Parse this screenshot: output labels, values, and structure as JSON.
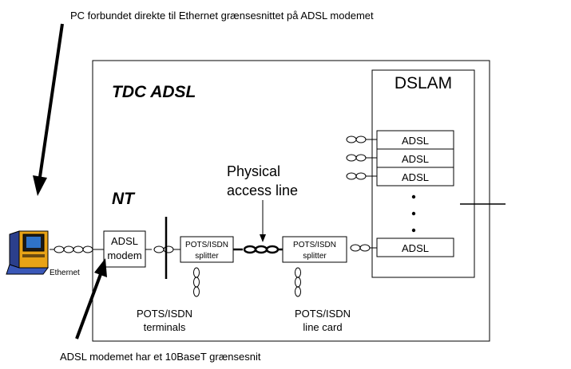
{
  "annotations": {
    "top_note": "PC forbundet direkte til Ethernet grænsesnittet på ADSL modemet",
    "bottom_note": "ADSL modemet har et 10BaseT grænsesnit"
  },
  "regions": {
    "provider_label": "TDC ADSL",
    "nt_label": "NT",
    "dslam_label": "DSLAM"
  },
  "blocks": {
    "adsl_modem": [
      "ADSL",
      "modem"
    ],
    "splitter_left": [
      "POTS/ISDN",
      "splitter"
    ],
    "splitter_right": [
      "POTS/ISDN",
      "splitter"
    ]
  },
  "dslam_cards": [
    "ADSL",
    "ADSL",
    "ADSL",
    "ADSL"
  ],
  "labels": {
    "access_line": [
      "Physical",
      "access line"
    ],
    "terminals": [
      "POTS/ISDN",
      "terminals"
    ],
    "line_card": [
      "POTS/ISDN",
      "line card"
    ],
    "ethernet": "Ethernet"
  },
  "icons": [
    "computer-icon"
  ]
}
